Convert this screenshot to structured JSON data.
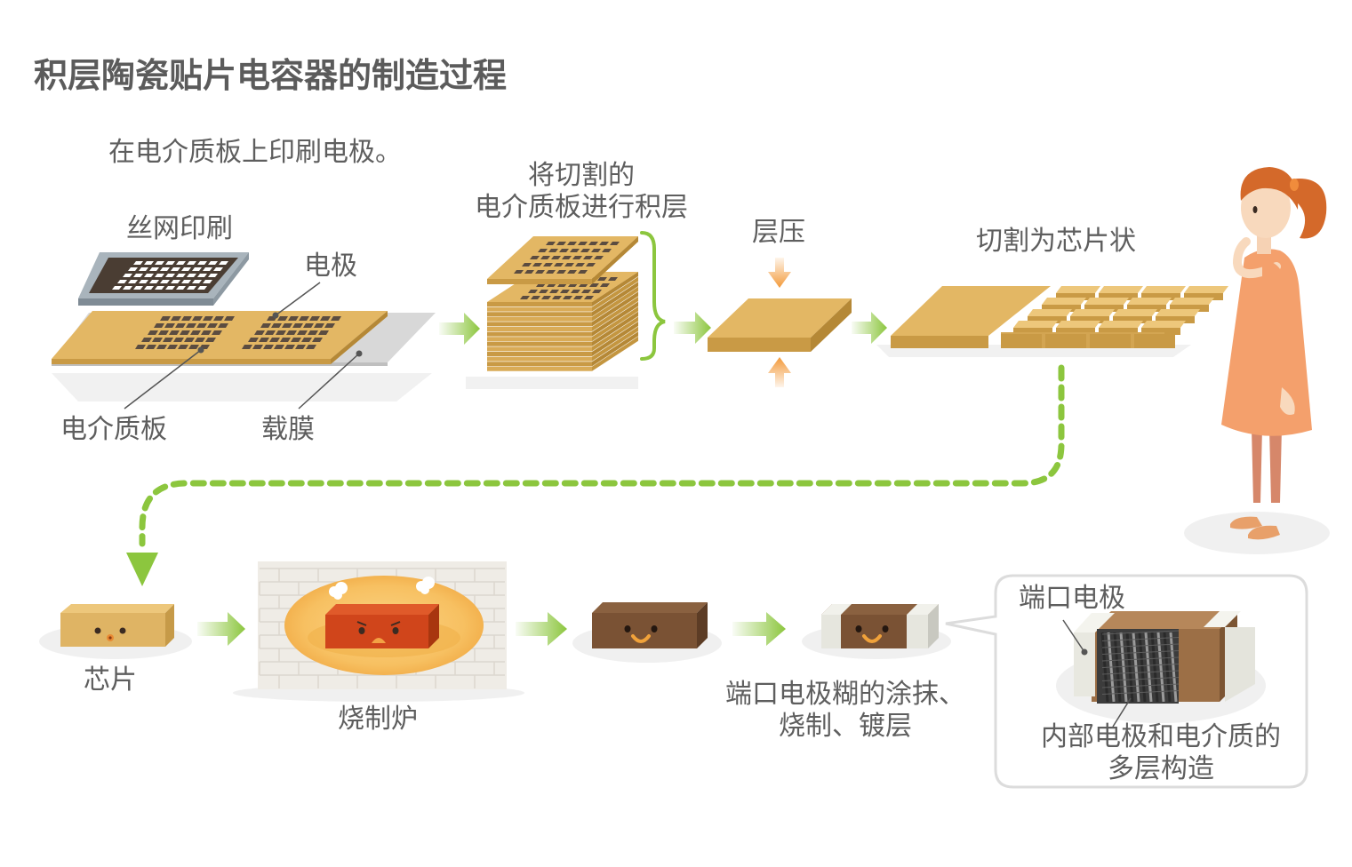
{
  "title": "积层陶瓷贴片电容器的制造过程",
  "labels": {
    "print_step": "在电介质板上印刷电极。",
    "screen_print": "丝网印刷",
    "electrode": "电极",
    "dielectric_sheet": "电介质板",
    "carrier_film": "载膜",
    "stack_step_line1": "将切割的",
    "stack_step_line2": "电介质板进行积层",
    "press_step": "层压",
    "cut_step": "切割为芯片状",
    "chip": "芯片",
    "furnace": "烧制炉",
    "terminal_step_line1": "端口电极糊的涂抹、",
    "terminal_step_line2": "烧制、镀层",
    "terminal_electrode": "端口电极",
    "internal_line1": "内部电极和电介质的",
    "internal_line2": "多层构造"
  },
  "colors": {
    "sheet": "#e3b764",
    "sheet_dark": "#c99a45",
    "electrode_dot": "#5b4c40",
    "arrow_green": "#8cc63e",
    "press_arrow": "#f39a3a",
    "fired_chip": "#d0451b",
    "finished_chip": "#7a5234",
    "terminal": "#ecece4"
  }
}
